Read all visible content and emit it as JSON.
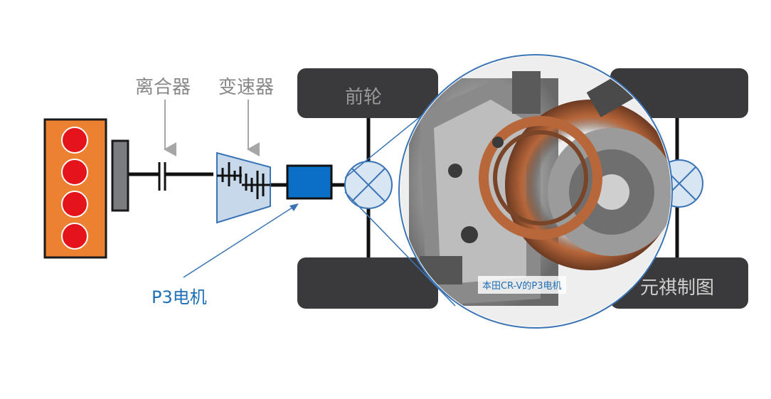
{
  "labels": {
    "clutch": "离合器",
    "gearbox": "变速器",
    "motor": "P3电机",
    "front_wheel": "前轮",
    "photo_caption": "本田CR-V的P3电机",
    "watermark": "元祺制图"
  },
  "colors": {
    "engine": "#ec8131",
    "cylinder": "#e5141b",
    "flywheel": "#7a7c80",
    "motor": "#0b6fc7",
    "gearbox_fill": "#c6d8ea",
    "accent_line": "#3b74b4",
    "wheel": "#3a3a3c",
    "pointer": "#a6a6a6"
  }
}
